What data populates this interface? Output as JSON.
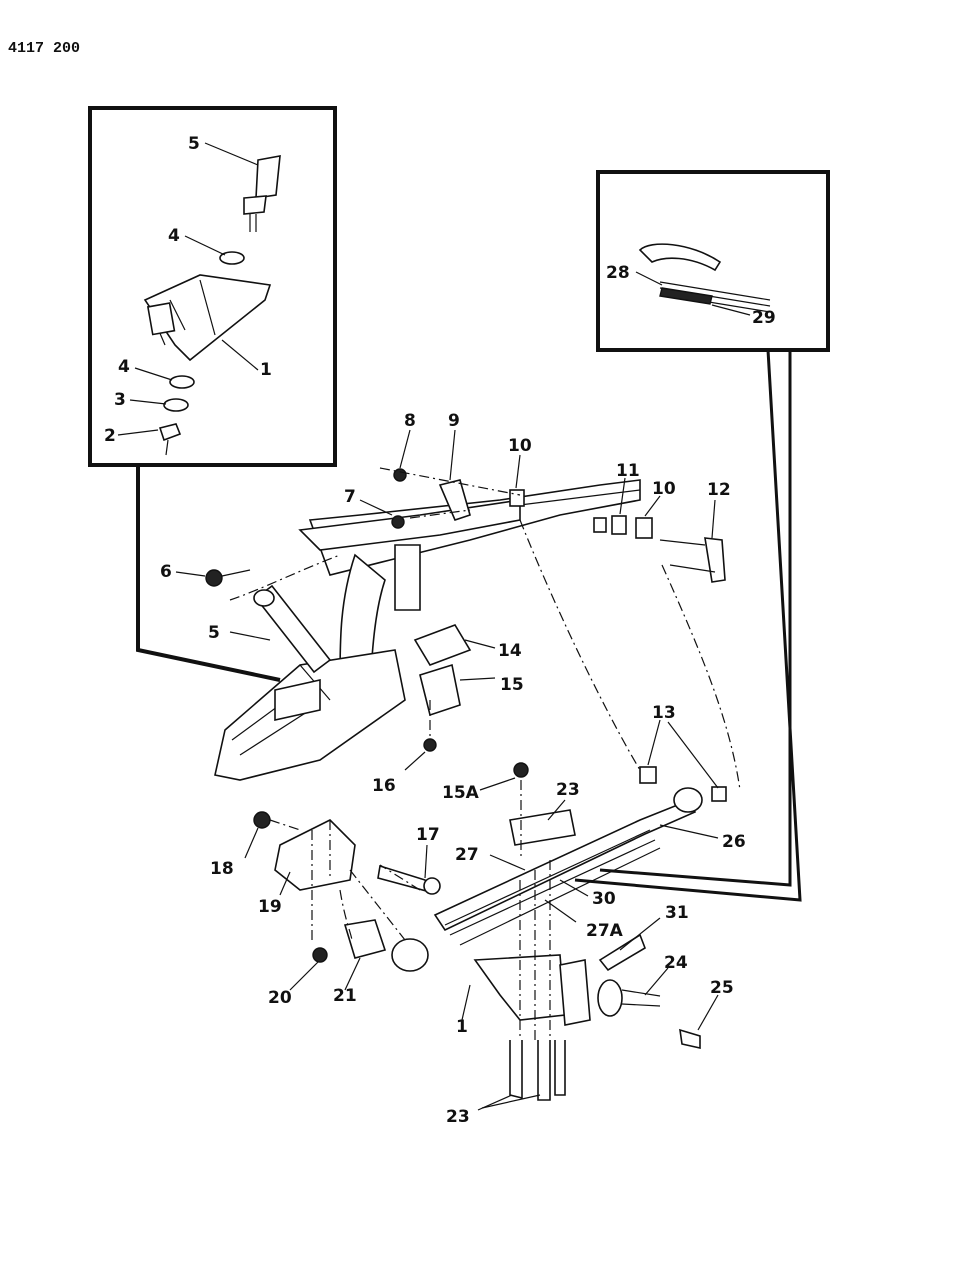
{
  "document": {
    "number": "4117 200"
  },
  "labels": {
    "l5a": "5",
    "l4a": "4",
    "l1a": "1",
    "l4b": "4",
    "l3": "3",
    "l2": "2",
    "l28": "28",
    "l29": "29",
    "l8": "8",
    "l9": "9",
    "l10a": "10",
    "l7": "7",
    "l11": "11",
    "l10b": "10",
    "l12": "12",
    "l6": "6",
    "l5b": "5",
    "l14": "14",
    "l15": "15",
    "l16": "16",
    "l15a": "15A",
    "l13": "13",
    "l23a": "23",
    "l26": "26",
    "l18": "18",
    "l17": "17",
    "l27": "27",
    "l19": "19",
    "l30": "30",
    "l27a": "27A",
    "l31": "31",
    "l24": "24",
    "l25": "25",
    "l20": "20",
    "l21": "21",
    "l1b": "1",
    "l23b": "23"
  }
}
